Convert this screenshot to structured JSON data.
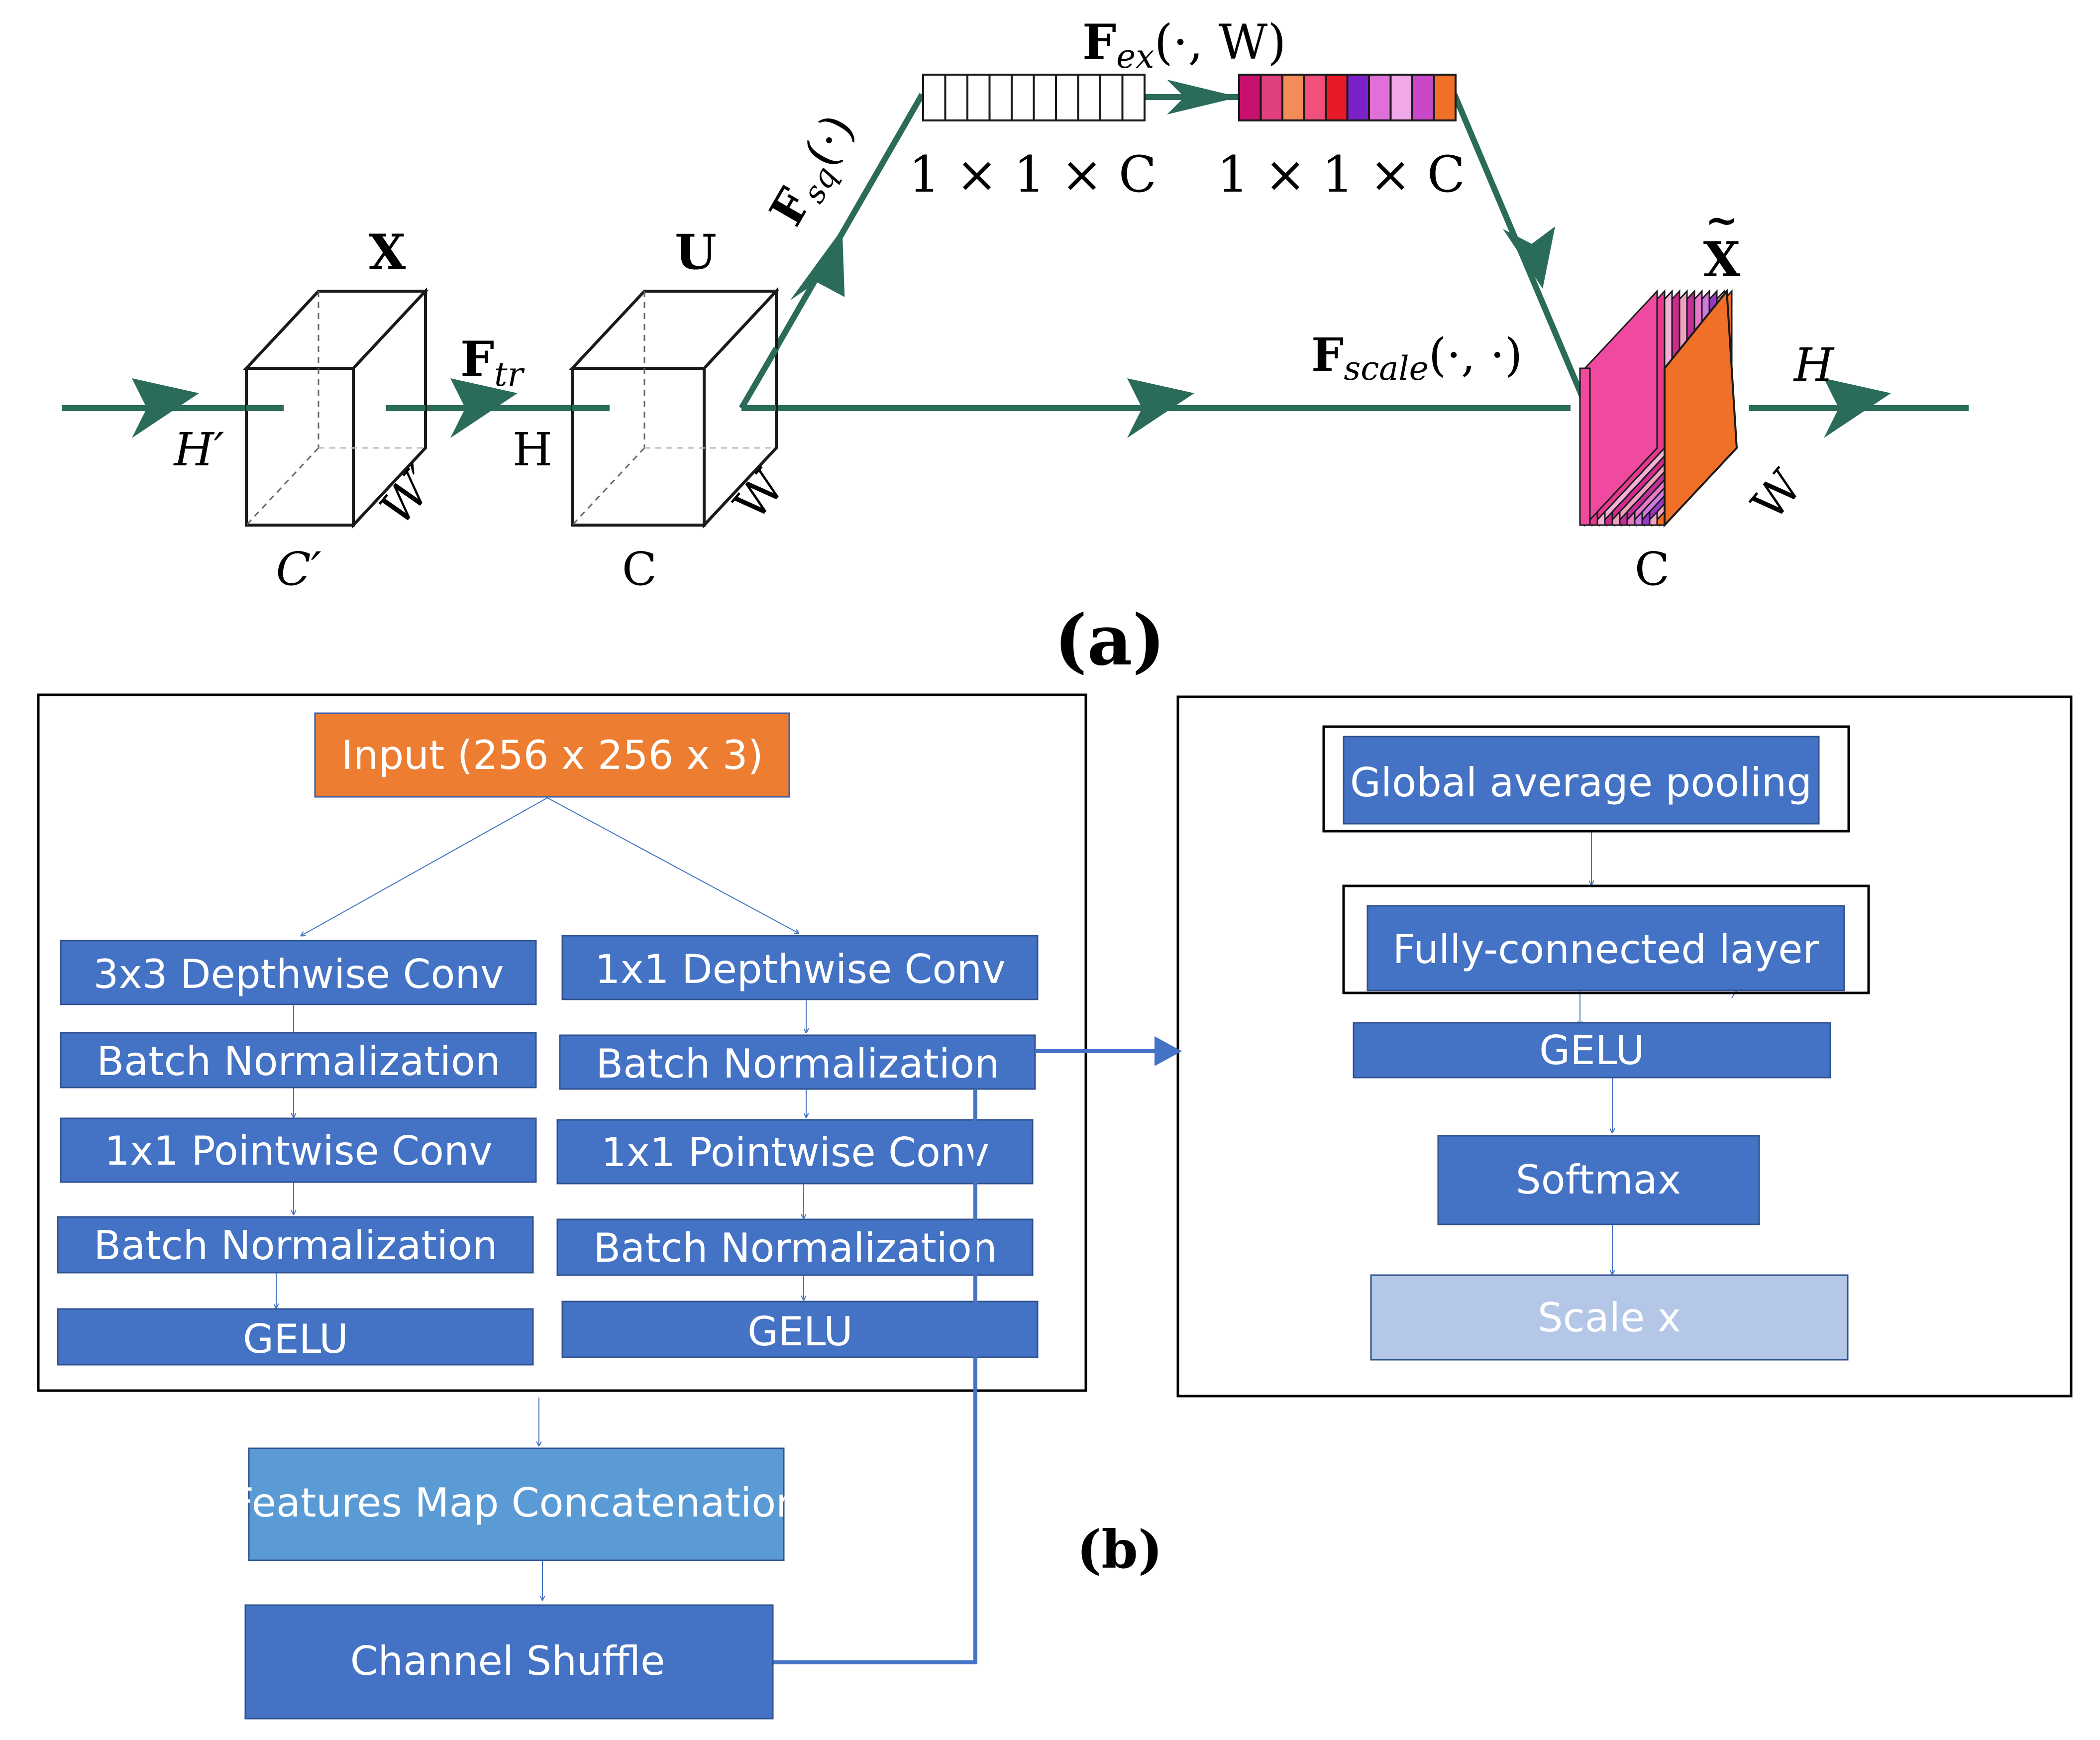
{
  "panel_a": {
    "caption": "(a)",
    "labels": {
      "x": "X",
      "u": "U",
      "x_tilde": "X",
      "tilde": "~",
      "h_prime": "H′",
      "w_prime": "W′",
      "c_prime": "C′",
      "h": "H",
      "w": "W",
      "c": "C",
      "h_out": "H",
      "w_out": "W",
      "c_out": "C",
      "f_tr_main": "F",
      "f_tr_sub": "tr",
      "f_sq_main": "F",
      "f_sq_sub": "sq",
      "f_sq_args": "(·)",
      "f_ex_main": "F",
      "f_ex_sub": "ex",
      "f_ex_args": "(·, W)",
      "f_scale_main": "F",
      "f_scale_sub": "scale",
      "f_scale_args": "(·, ·)",
      "vec1_dims": "1 × 1 × C",
      "vec2_dims": "1 × 1 × C"
    },
    "colors": {
      "arrow": "#2a6b5a",
      "vec_colors": [
        "#c8106e",
        "#e0407e",
        "#f48c5a",
        "#f0507a",
        "#e81a2a",
        "#7a22c8",
        "#e070d8",
        "#f0a8e8",
        "#c848c8",
        "#f07028"
      ],
      "slice_colors": [
        "#f04aa0",
        "#e53b8e",
        "#f6b1d8",
        "#d02a8c",
        "#f0a0c0",
        "#c03098",
        "#e878c8",
        "#d07ae0",
        "#9a38c8",
        "#f4a2c4",
        "#f07028"
      ]
    }
  },
  "panel_b": {
    "caption": "(b)",
    "colors": {
      "dark_blue": "#4472c4",
      "mid_blue": "#5b9bd5",
      "light_blue": "#b4c7e7",
      "orange": "#ed7d31"
    },
    "input": "Input (256 x 256 x 3)",
    "left_branch": [
      "3x3 Depthwise Conv",
      "Batch Normalization",
      "1x1 Pointwise Conv",
      "Batch Normalization",
      "GELU"
    ],
    "right_branch": [
      "1x1 Depthwise Conv",
      "Batch Normalization",
      "1x1 Pointwise Conv",
      "Batch Normalization",
      "GELU"
    ],
    "concat": "Features Map Concatenation",
    "shuffle": "Channel Shuffle",
    "attention": {
      "gap": "Global average pooling",
      "fc": "Fully-connected layer",
      "gelu": "GELU",
      "softmax": "Softmax",
      "scale": "Scale x"
    }
  }
}
